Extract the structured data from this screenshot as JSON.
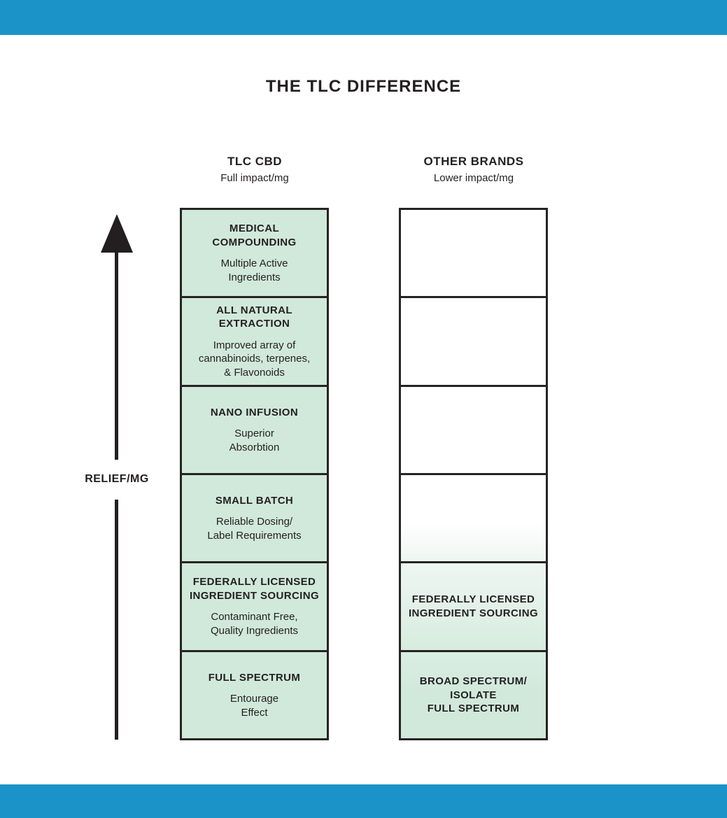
{
  "page": {
    "title": "THE TLC DIFFERENCE"
  },
  "axis": {
    "label": "RELIEF/MG"
  },
  "columns": [
    {
      "header": "TLC CBD",
      "subheader": "Full impact/mg",
      "rows": [
        {
          "heading": "MEDICAL\nCOMPOUNDING",
          "body": "Multiple Active\nIngredients"
        },
        {
          "heading": "ALL NATURAL\nEXTRACTION",
          "body": "Improved array of\ncannabinoids, terpenes,\n& Flavonoids"
        },
        {
          "heading": "NANO INFUSION",
          "body": "Superior\nAbsorbtion"
        },
        {
          "heading": "SMALL BATCH",
          "body": "Reliable Dosing/\nLabel Requirements"
        },
        {
          "heading": "FEDERALLY LICENSED\nINGREDIENT SOURCING",
          "body": "Contaminant Free,\nQuality Ingredients"
        },
        {
          "heading": "FULL SPECTRUM",
          "body": "Entourage\nEffect"
        }
      ]
    },
    {
      "header": "OTHER BRANDS",
      "subheader": "Lower impact/mg",
      "rows": [
        {
          "heading": "",
          "body": ""
        },
        {
          "heading": "",
          "body": ""
        },
        {
          "heading": "",
          "body": ""
        },
        {
          "heading": "",
          "body": ""
        },
        {
          "heading": "FEDERALLY LICENSED\nINGREDIENT SOURCING",
          "body": ""
        },
        {
          "heading": "BROAD SPECTRUM/\nISOLATE\nFULL SPECTRUM",
          "body": ""
        }
      ]
    }
  ],
  "colors": {
    "accent_blue": "#1b93c8",
    "box_green": "#d1e9da",
    "border_dark": "#262324",
    "text_dark": "#231f20"
  }
}
